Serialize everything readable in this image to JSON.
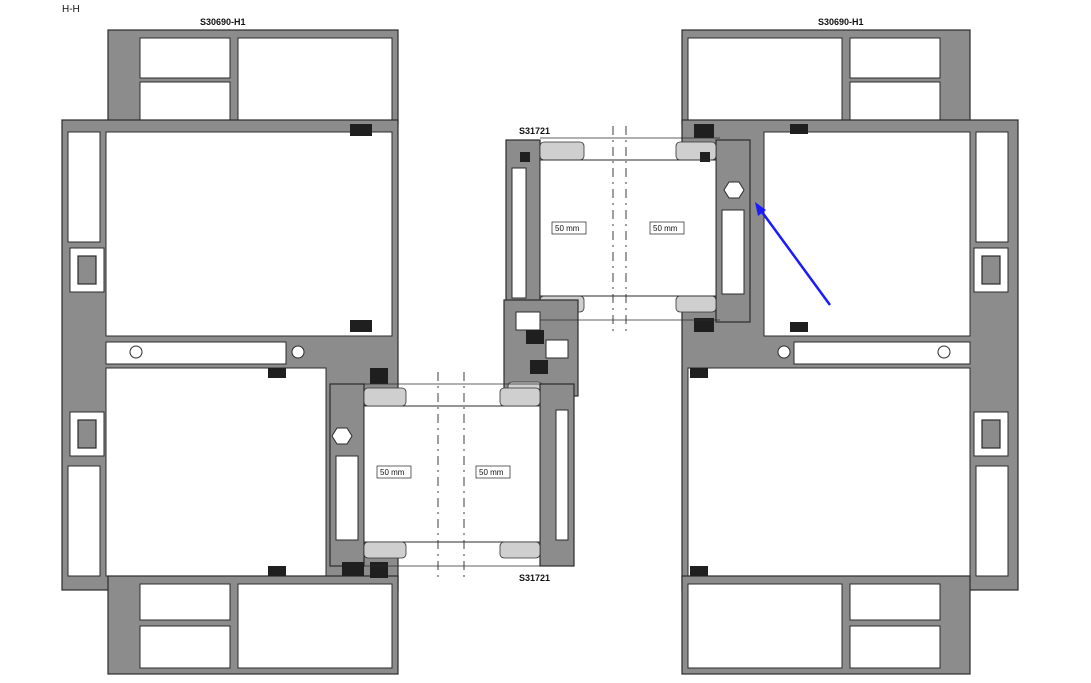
{
  "section_label": "H-H",
  "profile_labels": {
    "top_left": "S30690-H1",
    "top_right": "S30690-H1",
    "sash_top": "S31721",
    "sash_bottom": "S31721"
  },
  "glass_dimensions": {
    "upper_left": "50 mm",
    "upper_right": "50 mm",
    "lower_left": "50 mm",
    "lower_right": "50 mm"
  },
  "arrow_color": "#1a1aff"
}
